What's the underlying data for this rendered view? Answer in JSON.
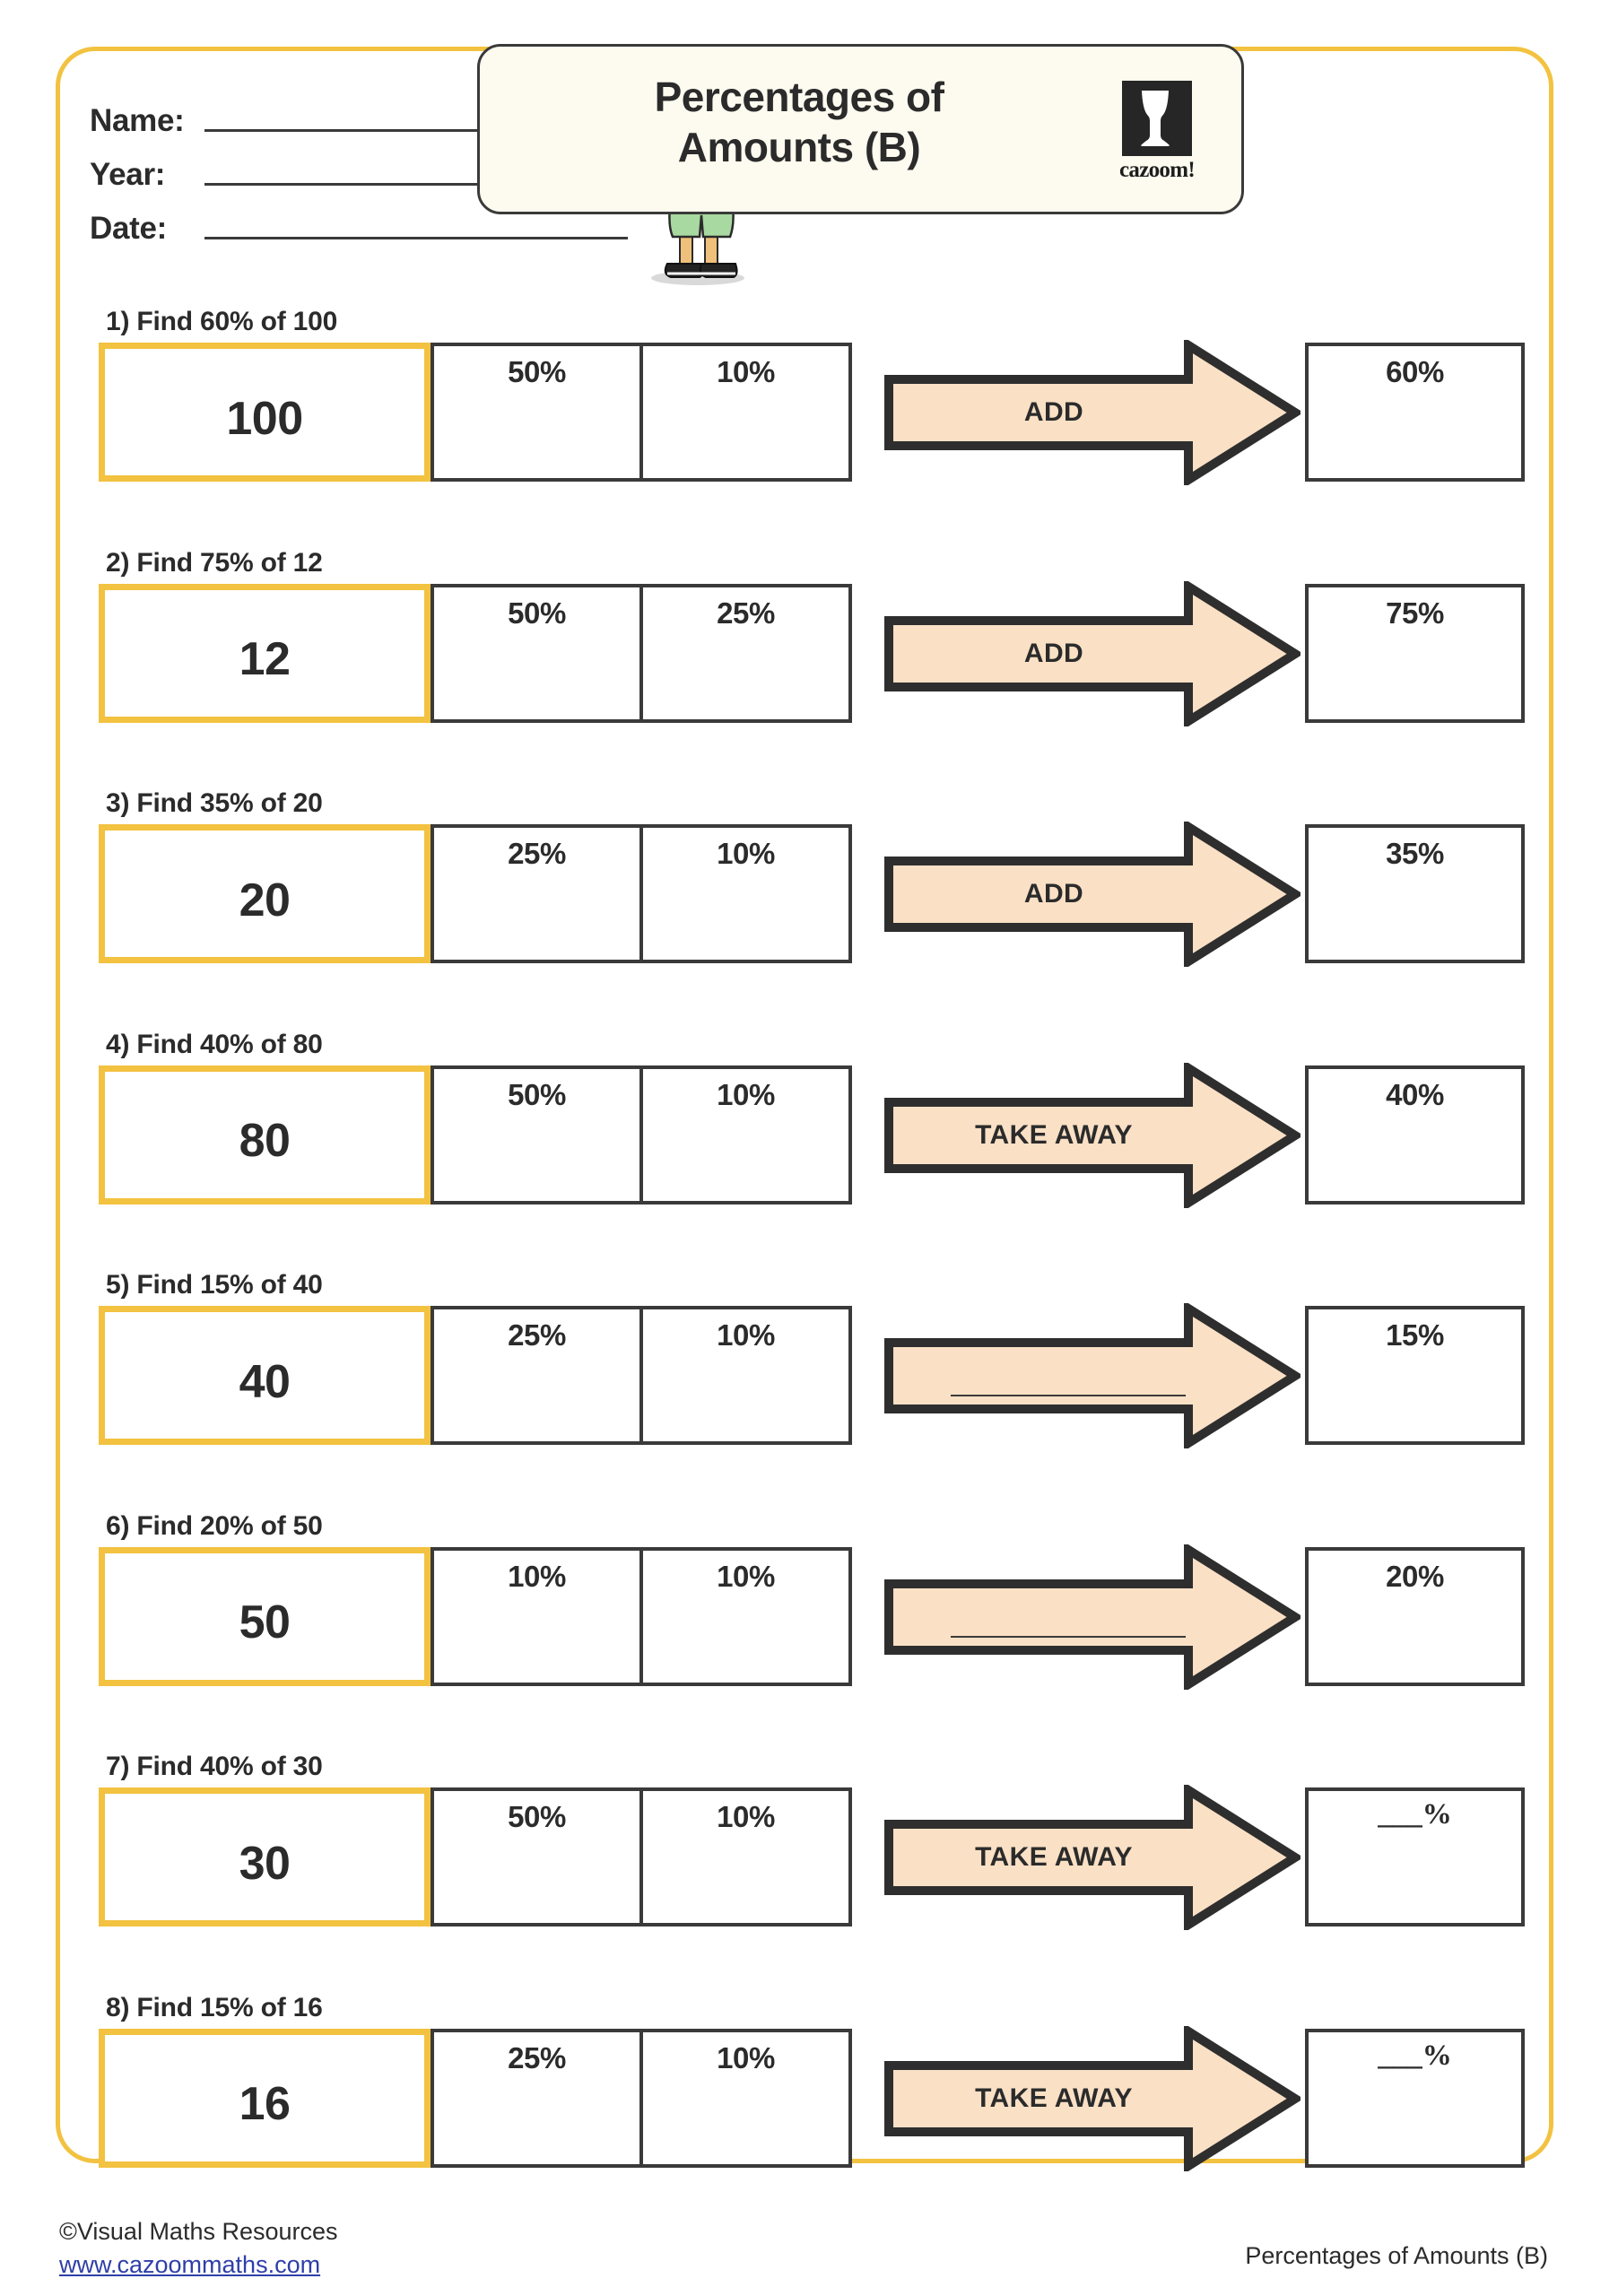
{
  "page": {
    "border_color": "#F2C240",
    "title": "Percentages of Amounts (B)",
    "title_line1": "Percentages of",
    "title_line2": "Amounts (B)",
    "logo_word": "cazoom!"
  },
  "header": {
    "fields": [
      {
        "label": "Name:"
      },
      {
        "label": "Year:"
      },
      {
        "label": "Date:"
      }
    ]
  },
  "colors": {
    "accent_yellow": "#F2C240",
    "arrow_fill": "#FAE0C5",
    "outline_dark": "#2E2E2E",
    "title_panel": "#FDFBEF",
    "link_blue": "#2F3FA8"
  },
  "questions": [
    {
      "label": "1) Find 60% of 100",
      "amount": "100",
      "pct1": "50%",
      "pct2": "10%",
      "operation": "ADD",
      "operation_blank": false,
      "result": "60%",
      "result_blank": false
    },
    {
      "label": "2) Find 75% of 12",
      "amount": "12",
      "pct1": "50%",
      "pct2": "25%",
      "operation": "ADD",
      "operation_blank": false,
      "result": "75%",
      "result_blank": false
    },
    {
      "label": "3) Find 35% of 20",
      "amount": "20",
      "pct1": "25%",
      "pct2": "10%",
      "operation": "ADD",
      "operation_blank": false,
      "result": "35%",
      "result_blank": false
    },
    {
      "label": "4) Find 40% of 80",
      "amount": "80",
      "pct1": "50%",
      "pct2": "10%",
      "operation": "TAKE AWAY",
      "operation_blank": false,
      "result": "40%",
      "result_blank": false
    },
    {
      "label": "5) Find 15% of 40",
      "amount": "40",
      "pct1": "25%",
      "pct2": "10%",
      "operation": "",
      "operation_blank": true,
      "result": "15%",
      "result_blank": false
    },
    {
      "label": "6) Find 20% of 50",
      "amount": "50",
      "pct1": "10%",
      "pct2": "10%",
      "operation": "",
      "operation_blank": true,
      "result": "20%",
      "result_blank": false
    },
    {
      "label": "7) Find 40% of 30",
      "amount": "30",
      "pct1": "50%",
      "pct2": "10%",
      "operation": "TAKE AWAY",
      "operation_blank": false,
      "result": "___%",
      "result_blank": true
    },
    {
      "label": "8) Find 15% of 16",
      "amount": "16",
      "pct1": "25%",
      "pct2": "10%",
      "operation": "TAKE AWAY",
      "operation_blank": false,
      "result": "___%",
      "result_blank": true
    }
  ],
  "footer": {
    "copyright": "©Visual Maths Resources",
    "website": "www.cazoommaths.com",
    "sheet_title": "Percentages of Amounts (B)"
  }
}
